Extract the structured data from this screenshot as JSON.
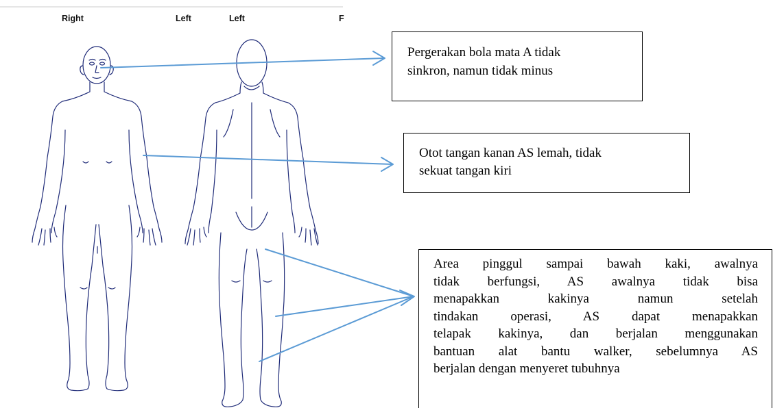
{
  "figure": {
    "labels": {
      "front_left": "Right",
      "front_right": "Left",
      "back_left": "Left",
      "back_right_partial": "F"
    }
  },
  "callouts": {
    "eye": "Pergerakan bola mata A tidak sinkron, namun tidak minus",
    "eye_lines": [
      "Pergerakan bola mata A tidak",
      "sinkron, namun tidak minus"
    ],
    "arm": "Otot tangan kanan AS lemah, tidak sekuat tangan kiri",
    "arm_lines": [
      "Otot tangan kanan AS lemah, tidak",
      "sekuat tangan kiri"
    ],
    "legs": "Area pinggul sampai bawah kaki, awalnya tidak berfungsi, AS awalnya tidak bisa menapakkan kakinya namun setelah tindakan operasi, AS dapat menapakkan telapak kakinya, dan berjalan menggunakan bantuan alat bantu walker, sebelumnya AS berjalan dengan menyeret tubuhnya",
    "legs_lines": [
      "Area pinggul sampai bawah kaki, awalnya",
      "tidak berfungsi, AS awalnya tidak bisa",
      "menapakkan kakinya namun setelah",
      "tindakan operasi, AS dapat menapakkan",
      "telapak kakinya, dan berjalan menggunakan",
      "bantuan alat bantu walker, sebelumnya AS",
      "berjalan dengan menyeret tubuhnya"
    ]
  },
  "colors": {
    "arrow": "#5b9bd5",
    "figure_outline": "#1f2b78"
  }
}
